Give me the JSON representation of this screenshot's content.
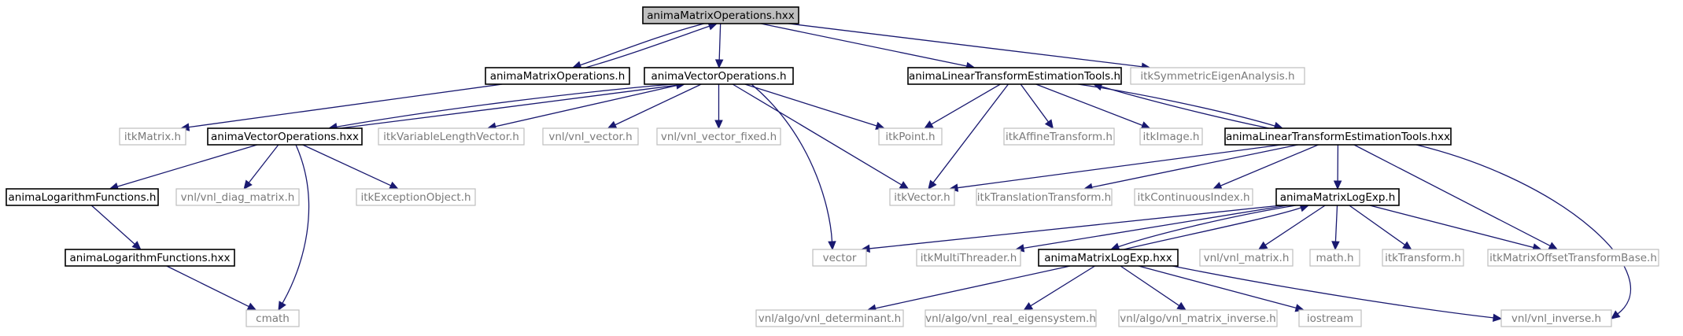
{
  "diagram": {
    "nodes": [
      {
        "id": "root",
        "label": "animaMatrixOperations.hxx",
        "kind": "root"
      },
      {
        "id": "mo_h",
        "label": "animaMatrixOperations.h",
        "kind": "documented"
      },
      {
        "id": "vo_h",
        "label": "animaVectorOperations.h",
        "kind": "documented"
      },
      {
        "id": "lt_h",
        "label": "animaLinearTransformEstimationTools.h",
        "kind": "documented"
      },
      {
        "id": "sym",
        "label": "itkSymmetricEigenAnalysis.h",
        "kind": "external"
      },
      {
        "id": "itkMatrix",
        "label": "itkMatrix.h",
        "kind": "external"
      },
      {
        "id": "vo_hxx",
        "label": "animaVectorOperations.hxx",
        "kind": "documented"
      },
      {
        "id": "vlv",
        "label": "itkVariableLengthVector.h",
        "kind": "external"
      },
      {
        "id": "vnl_vector",
        "label": "vnl/vnl_vector.h",
        "kind": "external"
      },
      {
        "id": "vnl_vector_fixed",
        "label": "vnl/vnl_vector_fixed.h",
        "kind": "external"
      },
      {
        "id": "itkPoint",
        "label": "itkPoint.h",
        "kind": "external"
      },
      {
        "id": "affine",
        "label": "itkAffineTransform.h",
        "kind": "external"
      },
      {
        "id": "itkImage",
        "label": "itkImage.h",
        "kind": "external"
      },
      {
        "id": "lt_hxx",
        "label": "animaLinearTransformEstimationTools.hxx",
        "kind": "documented"
      },
      {
        "id": "log_h",
        "label": "animaLogarithmFunctions.h",
        "kind": "documented"
      },
      {
        "id": "diag",
        "label": "vnl/vnl_diag_matrix.h",
        "kind": "external"
      },
      {
        "id": "exc",
        "label": "itkExceptionObject.h",
        "kind": "external"
      },
      {
        "id": "itkVector",
        "label": "itkVector.h",
        "kind": "external"
      },
      {
        "id": "trans",
        "label": "itkTranslationTransform.h",
        "kind": "external"
      },
      {
        "id": "contidx",
        "label": "itkContinuousIndex.h",
        "kind": "external"
      },
      {
        "id": "le_h",
        "label": "animaMatrixLogExp.h",
        "kind": "documented"
      },
      {
        "id": "log_hxx",
        "label": "animaLogarithmFunctions.hxx",
        "kind": "documented"
      },
      {
        "id": "vector",
        "label": "vector",
        "kind": "external"
      },
      {
        "id": "mt",
        "label": "itkMultiThreader.h",
        "kind": "external"
      },
      {
        "id": "le_hxx",
        "label": "animaMatrixLogExp.hxx",
        "kind": "documented"
      },
      {
        "id": "vnl_matrix",
        "label": "vnl/vnl_matrix.h",
        "kind": "external"
      },
      {
        "id": "math",
        "label": "math.h",
        "kind": "external"
      },
      {
        "id": "itkTransform",
        "label": "itkTransform.h",
        "kind": "external"
      },
      {
        "id": "mob",
        "label": "itkMatrixOffsetTransformBase.h",
        "kind": "external"
      },
      {
        "id": "cmath",
        "label": "cmath",
        "kind": "external"
      },
      {
        "id": "det",
        "label": "vnl/algo/vnl_determinant.h",
        "kind": "external"
      },
      {
        "id": "eig",
        "label": "vnl/algo/vnl_real_eigensystem.h",
        "kind": "external"
      },
      {
        "id": "minv",
        "label": "vnl/algo/vnl_matrix_inverse.h",
        "kind": "external"
      },
      {
        "id": "iostream",
        "label": "iostream",
        "kind": "external"
      },
      {
        "id": "inv",
        "label": "vnl/vnl_inverse.h",
        "kind": "external"
      }
    ],
    "edges": [
      [
        "root",
        "mo_h"
      ],
      [
        "mo_h",
        "root"
      ],
      [
        "root",
        "vo_h"
      ],
      [
        "root",
        "lt_h"
      ],
      [
        "root",
        "sym"
      ],
      [
        "mo_h",
        "itkMatrix"
      ],
      [
        "vo_h",
        "vo_hxx"
      ],
      [
        "vo_hxx",
        "vo_h"
      ],
      [
        "vo_h",
        "vlv"
      ],
      [
        "vo_h",
        "vnl_vector"
      ],
      [
        "vo_h",
        "vnl_vector_fixed"
      ],
      [
        "vo_h",
        "itkPoint"
      ],
      [
        "vo_h",
        "itkVector"
      ],
      [
        "vo_h",
        "vector"
      ],
      [
        "lt_h",
        "itkPoint"
      ],
      [
        "lt_h",
        "itkVector"
      ],
      [
        "lt_h",
        "affine"
      ],
      [
        "lt_h",
        "itkImage"
      ],
      [
        "lt_h",
        "lt_hxx"
      ],
      [
        "lt_hxx",
        "lt_h"
      ],
      [
        "vo_hxx",
        "log_h"
      ],
      [
        "vo_hxx",
        "diag"
      ],
      [
        "vo_hxx",
        "exc"
      ],
      [
        "vo_hxx",
        "cmath"
      ],
      [
        "log_h",
        "log_hxx"
      ],
      [
        "log_hxx",
        "cmath"
      ],
      [
        "lt_hxx",
        "itkVector"
      ],
      [
        "lt_hxx",
        "trans"
      ],
      [
        "lt_hxx",
        "contidx"
      ],
      [
        "lt_hxx",
        "le_h"
      ],
      [
        "lt_hxx",
        "mob"
      ],
      [
        "lt_hxx",
        "inv"
      ],
      [
        "le_h",
        "vector"
      ],
      [
        "le_h",
        "mt"
      ],
      [
        "le_h",
        "le_hxx"
      ],
      [
        "le_hxx",
        "le_h"
      ],
      [
        "le_h",
        "vnl_matrix"
      ],
      [
        "le_h",
        "math"
      ],
      [
        "le_h",
        "itkTransform"
      ],
      [
        "le_h",
        "mob"
      ],
      [
        "le_hxx",
        "det"
      ],
      [
        "le_hxx",
        "eig"
      ],
      [
        "le_hxx",
        "minv"
      ],
      [
        "le_hxx",
        "iostream"
      ],
      [
        "le_hxx",
        "inv"
      ]
    ]
  }
}
